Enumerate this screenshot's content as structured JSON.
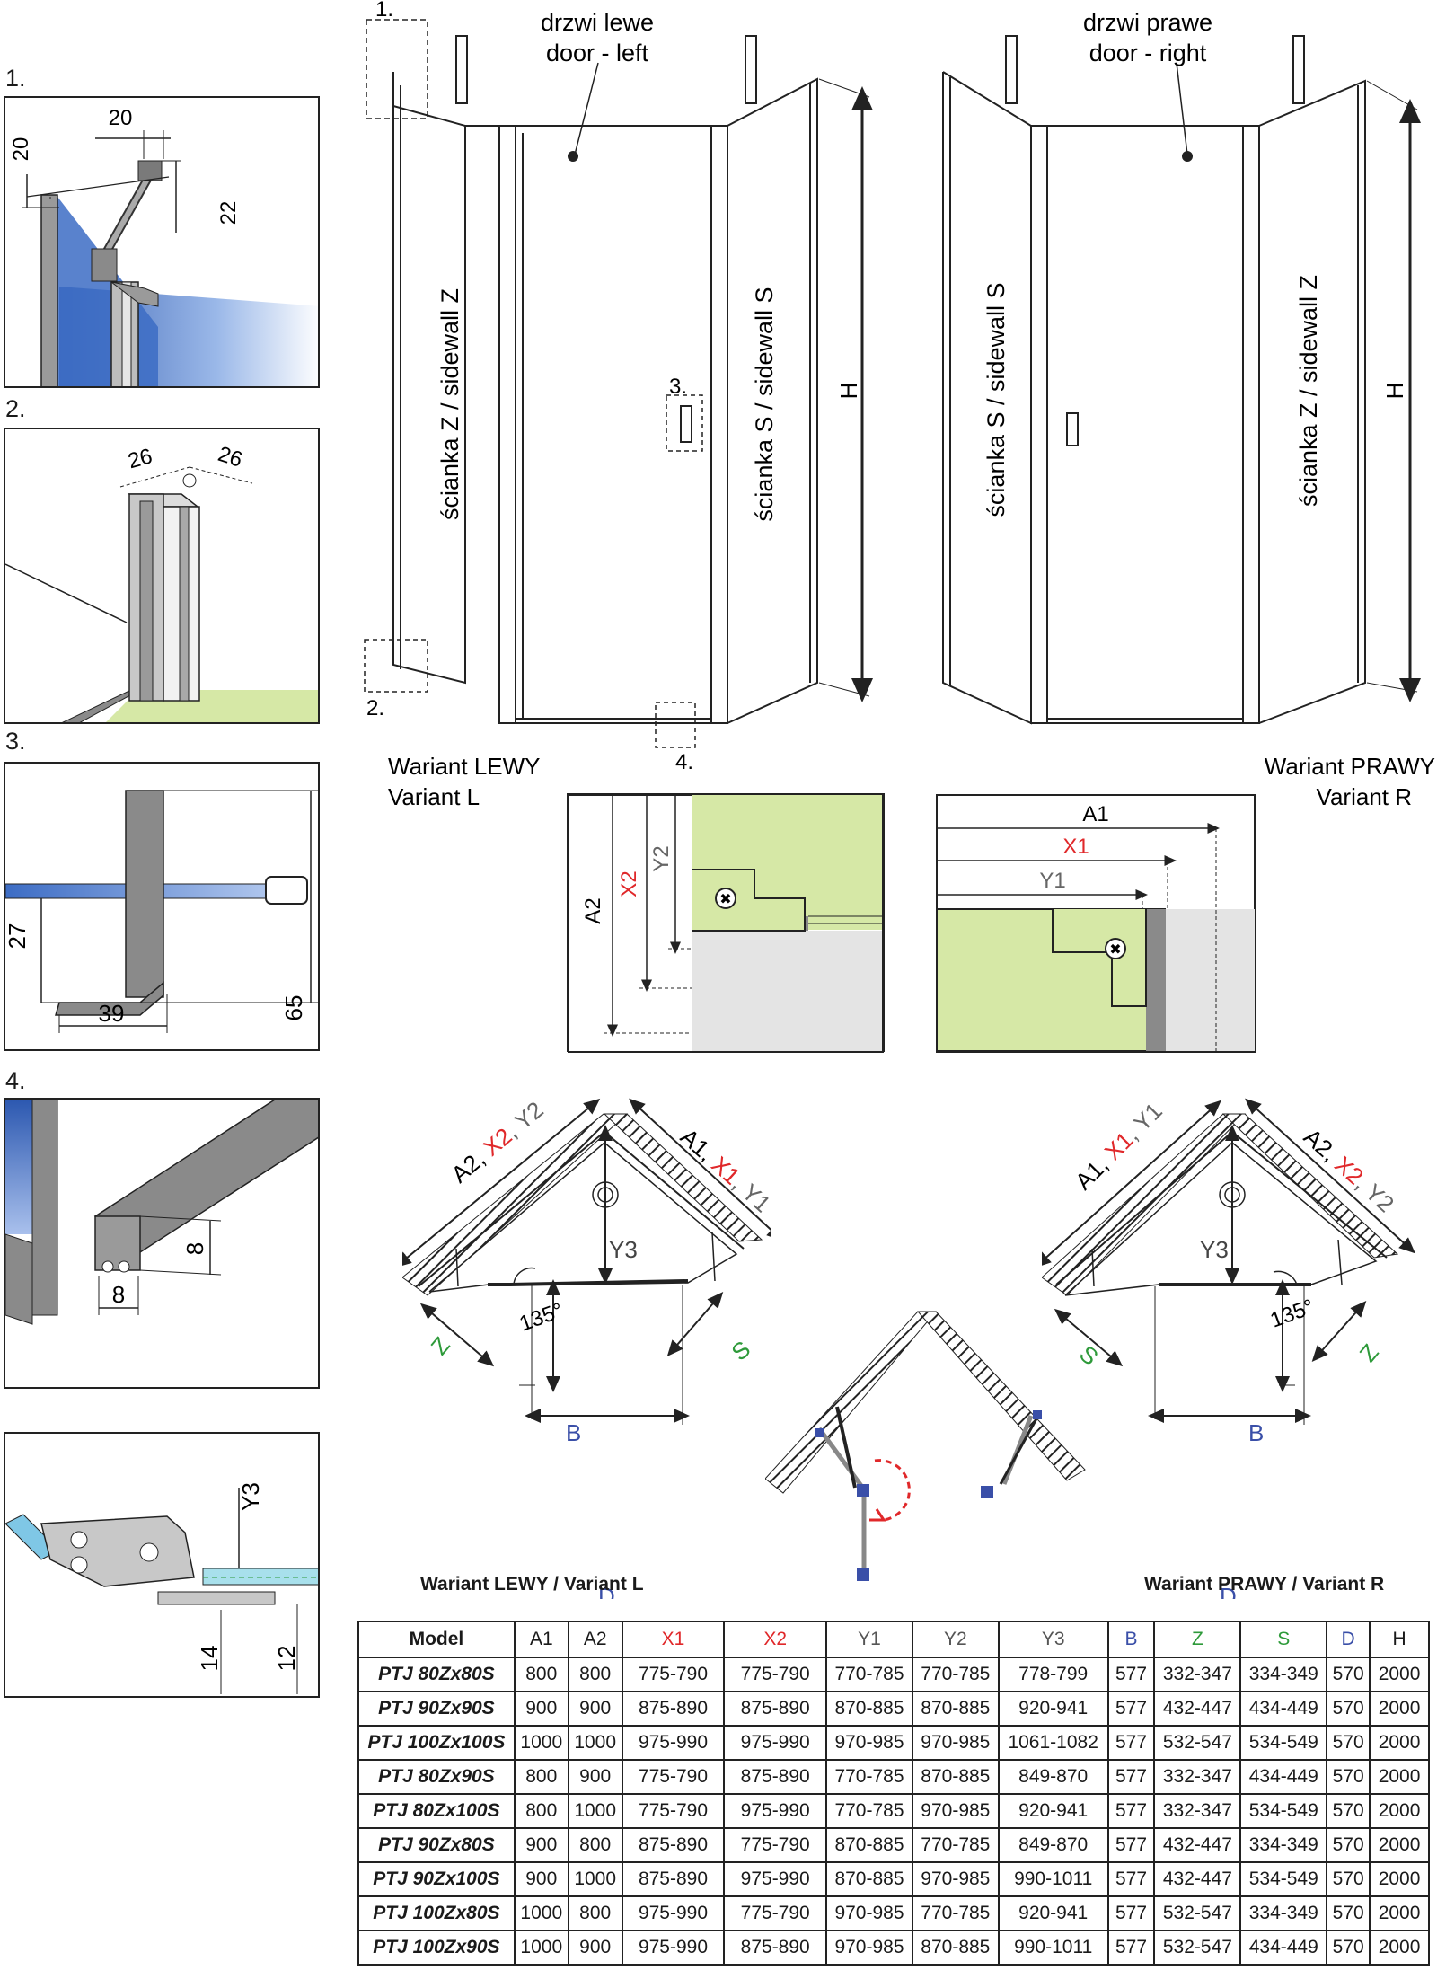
{
  "colors": {
    "red": "#e0282a",
    "blue": "#3a4fa8",
    "green": "#2e9a3a",
    "glass": "#7f9fd8",
    "floor": "#d6e8a6",
    "profile": "#8a8a8a"
  },
  "detail_numbers": [
    "1.",
    "2.",
    "3.",
    "4."
  ],
  "detail1": {
    "dims": [
      "20",
      "20",
      "22"
    ]
  },
  "detail2": {
    "dims": [
      "26",
      "26"
    ]
  },
  "detail3": {
    "dims": [
      "27",
      "39",
      "65"
    ]
  },
  "detail4": {
    "dims": [
      "8",
      "8"
    ]
  },
  "detail5": {
    "dims": [
      "Y3",
      "14",
      "12"
    ]
  },
  "front_left": {
    "door_label_pl": "drzwi lewe",
    "door_label_en": "door - left",
    "wall_z": "ścianka Z / sidewall Z",
    "wall_s": "ścianka S / sidewall S",
    "height": "H",
    "callouts": [
      "1.",
      "2.",
      "3.",
      "4."
    ],
    "variant_pl": "Wariant LEWY",
    "variant_en": "Variant L"
  },
  "front_right": {
    "door_label_pl": "drzwi prawe",
    "door_label_en": "door - right",
    "wall_s": "ścianka S / sidewall S",
    "wall_z": "ścianka Z / sidewall Z",
    "height": "H",
    "variant_pl": "Wariant PRAWY",
    "variant_en": "Variant R"
  },
  "corner_left": {
    "a2": "A2",
    "x2": "X2",
    "y2": "Y2"
  },
  "corner_right": {
    "a1": "A1",
    "x1": "X1",
    "y1": "Y1"
  },
  "plan_left": {
    "top_left": [
      "A2, ",
      "X2",
      ", Y2"
    ],
    "top_right": [
      "A1, ",
      "X1",
      ", Y1"
    ],
    "y3": "Y3",
    "z": "Z",
    "s": "S",
    "angle": "135°",
    "b": "B",
    "d": "D",
    "caption": "Wariant LEWY / Variant L"
  },
  "plan_right": {
    "top_left": [
      "A1, ",
      "X1",
      ", Y1"
    ],
    "top_right": [
      "A2, ",
      "X2",
      ", Y2"
    ],
    "y3": "Y3",
    "s": "S",
    "z": "Z",
    "angle": "135°",
    "b": "B",
    "d": "D",
    "caption": "Wariant PRAWY / Variant R"
  },
  "table": {
    "headers": [
      "Model",
      "A1",
      "A2",
      "X1",
      "X2",
      "Y1",
      "Y2",
      "Y3",
      "B",
      "Z",
      "S",
      "D",
      "H"
    ],
    "rows": [
      [
        "PTJ 80Zx80S",
        "800",
        "800",
        "775-790",
        "775-790",
        "770-785",
        "770-785",
        "778-799",
        "577",
        "332-347",
        "334-349",
        "570",
        "2000"
      ],
      [
        "PTJ 90Zx90S",
        "900",
        "900",
        "875-890",
        "875-890",
        "870-885",
        "870-885",
        "920-941",
        "577",
        "432-447",
        "434-449",
        "570",
        "2000"
      ],
      [
        "PTJ 100Zx100S",
        "1000",
        "1000",
        "975-990",
        "975-990",
        "970-985",
        "970-985",
        "1061-1082",
        "577",
        "532-547",
        "534-549",
        "570",
        "2000"
      ],
      [
        "PTJ 80Zx90S",
        "800",
        "900",
        "775-790",
        "875-890",
        "770-785",
        "870-885",
        "849-870",
        "577",
        "332-347",
        "434-449",
        "570",
        "2000"
      ],
      [
        "PTJ 80Zx100S",
        "800",
        "1000",
        "775-790",
        "975-990",
        "770-785",
        "970-985",
        "920-941",
        "577",
        "332-347",
        "534-549",
        "570",
        "2000"
      ],
      [
        "PTJ 90Zx80S",
        "900",
        "800",
        "875-890",
        "775-790",
        "870-885",
        "770-785",
        "849-870",
        "577",
        "432-447",
        "334-349",
        "570",
        "2000"
      ],
      [
        "PTJ 90Zx100S",
        "900",
        "1000",
        "875-890",
        "975-990",
        "870-885",
        "970-985",
        "990-1011",
        "577",
        "432-447",
        "534-549",
        "570",
        "2000"
      ],
      [
        "PTJ 100Zx80S",
        "1000",
        "800",
        "975-990",
        "775-790",
        "970-985",
        "770-785",
        "920-941",
        "577",
        "532-547",
        "334-349",
        "570",
        "2000"
      ],
      [
        "PTJ 100Zx90S",
        "1000",
        "900",
        "975-990",
        "875-890",
        "970-985",
        "870-885",
        "990-1011",
        "577",
        "532-547",
        "434-449",
        "570",
        "2000"
      ]
    ]
  }
}
